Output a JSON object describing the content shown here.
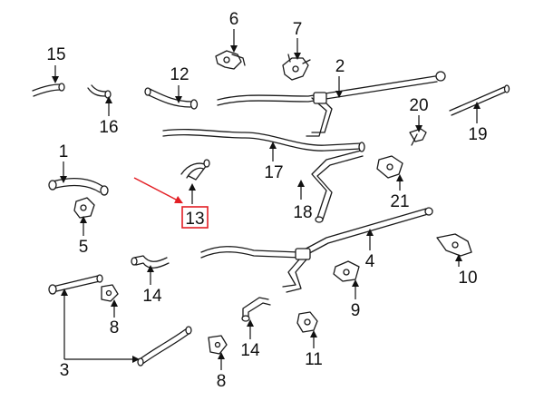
{
  "diagram": {
    "highlight_color": "#e31e24",
    "highlighted_callout": "13",
    "callouts": [
      {
        "id": "c1",
        "text": "1"
      },
      {
        "id": "c2",
        "text": "2"
      },
      {
        "id": "c3",
        "text": "3"
      },
      {
        "id": "c4",
        "text": "4"
      },
      {
        "id": "c5",
        "text": "5"
      },
      {
        "id": "c6",
        "text": "6"
      },
      {
        "id": "c7",
        "text": "7"
      },
      {
        "id": "c8a",
        "text": "8"
      },
      {
        "id": "c8b",
        "text": "8"
      },
      {
        "id": "c9",
        "text": "9"
      },
      {
        "id": "c10",
        "text": "10"
      },
      {
        "id": "c11",
        "text": "11"
      },
      {
        "id": "c12",
        "text": "12"
      },
      {
        "id": "c13",
        "text": "13"
      },
      {
        "id": "c14a",
        "text": "14"
      },
      {
        "id": "c14b",
        "text": "14"
      },
      {
        "id": "c15",
        "text": "15"
      },
      {
        "id": "c16",
        "text": "16"
      },
      {
        "id": "c17",
        "text": "17"
      },
      {
        "id": "c18",
        "text": "18"
      },
      {
        "id": "c19",
        "text": "19"
      },
      {
        "id": "c20",
        "text": "20"
      },
      {
        "id": "c21",
        "text": "21"
      }
    ]
  }
}
